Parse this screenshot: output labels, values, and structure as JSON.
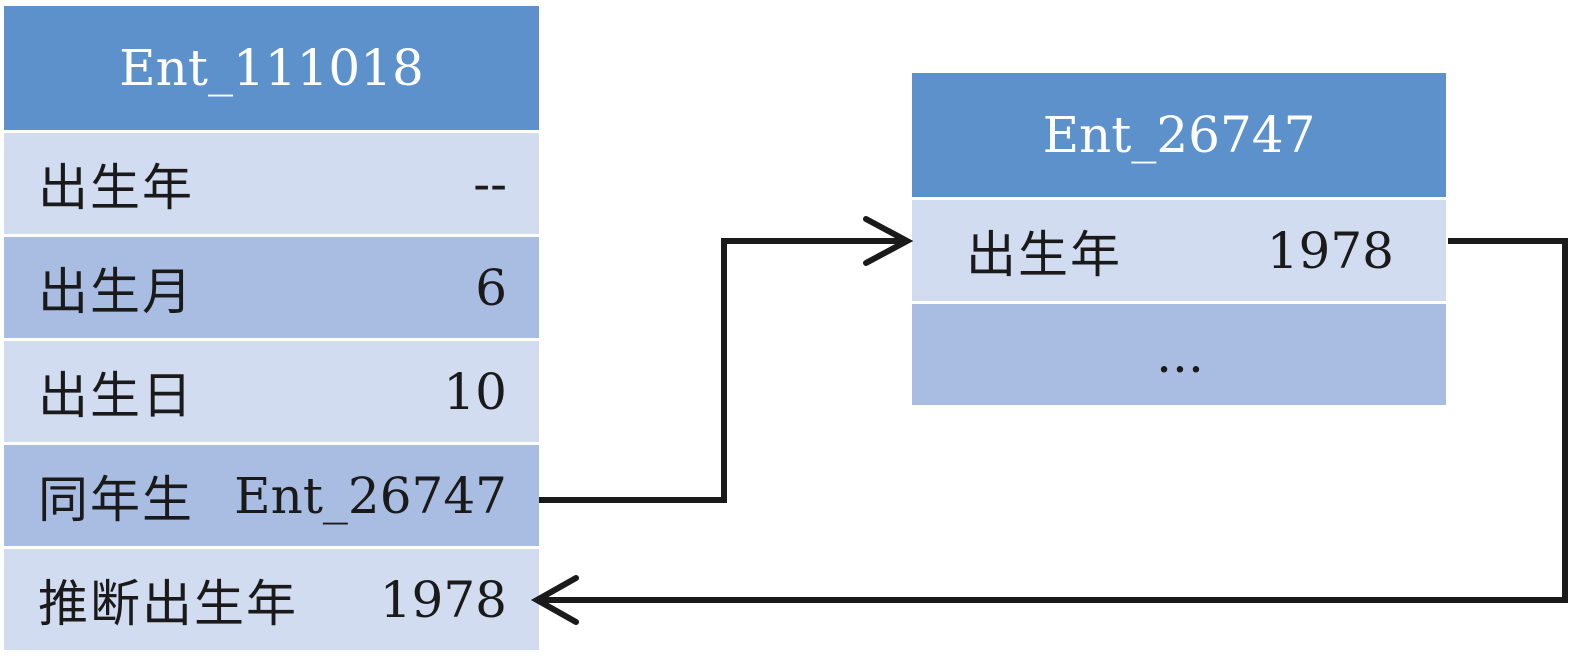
{
  "left_entity": {
    "title": "Ent_111018",
    "rows": [
      {
        "label": "出生年",
        "value": "--"
      },
      {
        "label": "出生月",
        "value": "6"
      },
      {
        "label": "出生日",
        "value": "10"
      },
      {
        "label": "同年生",
        "value": "Ent_26747"
      },
      {
        "label": "推断出生年",
        "value": "1978"
      }
    ]
  },
  "right_entity": {
    "title": "Ent_26747",
    "rows": [
      {
        "label": "出生年",
        "value": "1978"
      }
    ],
    "more": "..."
  },
  "colors": {
    "header": "#5c91cc",
    "row_light": "#d2dcf0",
    "row_dark": "#a9bde3",
    "arrow": "#1a1a1a"
  }
}
